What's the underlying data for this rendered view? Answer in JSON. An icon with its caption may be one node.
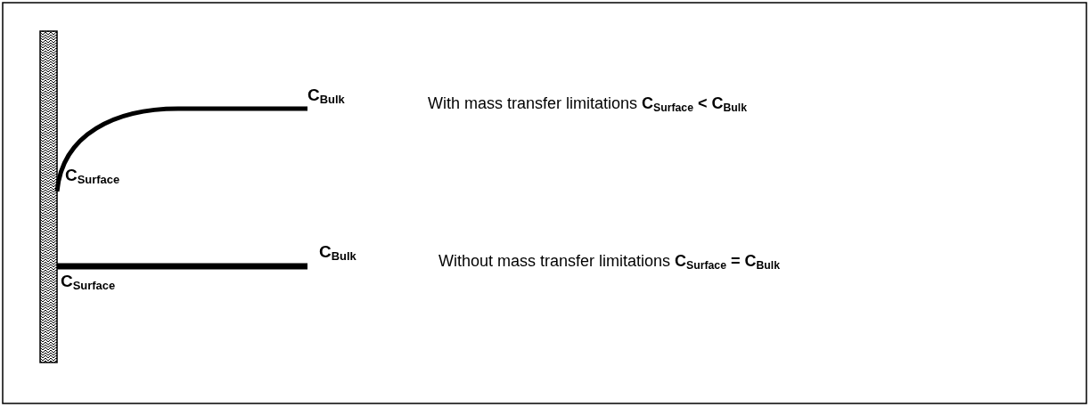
{
  "diagram": {
    "nodes": [
      {
        "text": [],
        "shape": "bar"
      }
    ],
    "labels": [
      "C$_{Bulk}$",
      "With mass transfer limitations **C**$_{Surface}$ **<  C**$_{Bulk}$",
      "C$_{Surface}$",
      "C$_{Bulk}$",
      "Without mass transfer limitations **C**$_{Surface}$ **= C**$_{Bulk}$",
      "C$_{Surface}$"
    ]
  }
}
